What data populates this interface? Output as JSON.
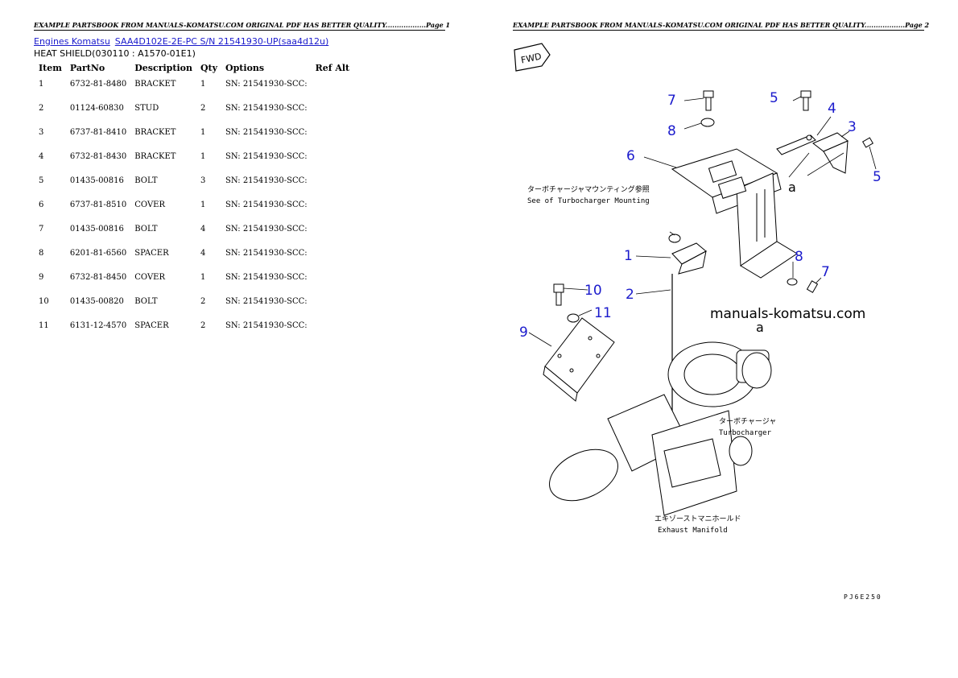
{
  "banner": {
    "left": "EXAMPLE PARTSBOOK FROM MANUALS-KOMATSU.COM ORIGINAL PDF HAS BETTER QUALITY..................Page 1",
    "right": "EXAMPLE PARTSBOOK FROM MANUALS-KOMATSU.COM ORIGINAL PDF HAS BETTER QUALITY..................Page 2"
  },
  "breadcrumb": {
    "link1": "Engines Komatsu",
    "link2": "SAA4D102E-2E-PC S/N 21541930-UP(saa4d12u)"
  },
  "section_title": "HEAT SHIELD(030110 : A1570-01E1)",
  "table": {
    "headers": [
      "Item",
      "PartNo",
      "Description",
      "Qty",
      "Options",
      "Ref Alt"
    ],
    "rows": [
      [
        "1",
        "6732-81-8480",
        "BRACKET",
        "1",
        "SN: 21541930-SCC:",
        ""
      ],
      [
        "2",
        "01124-60830",
        "STUD",
        "2",
        "SN: 21541930-SCC:",
        ""
      ],
      [
        "3",
        "6737-81-8410",
        "BRACKET",
        "1",
        "SN: 21541930-SCC:",
        ""
      ],
      [
        "4",
        "6732-81-8430",
        "BRACKET",
        "1",
        "SN: 21541930-SCC:",
        ""
      ],
      [
        "5",
        "01435-00816",
        "BOLT",
        "3",
        "SN: 21541930-SCC:",
        ""
      ],
      [
        "6",
        "6737-81-8510",
        "COVER",
        "1",
        "SN: 21541930-SCC:",
        ""
      ],
      [
        "7",
        "01435-00816",
        "BOLT",
        "4",
        "SN: 21541930-SCC:",
        ""
      ],
      [
        "8",
        "6201-81-6560",
        "SPACER",
        "4",
        "SN: 21541930-SCC:",
        ""
      ],
      [
        "9",
        "6732-81-8450",
        "COVER",
        "1",
        "SN: 21541930-SCC:",
        ""
      ],
      [
        "10",
        "01435-00820",
        "BOLT",
        "2",
        "SN: 21541930-SCC:",
        ""
      ],
      [
        "11",
        "6131-12-4570",
        "SPACER",
        "2",
        "SN: 21541930-SCC:",
        ""
      ]
    ]
  },
  "diagram": {
    "fwd": "FWD",
    "note_jp": "ターボチャージャマウンティング参照",
    "note_en": "See of Turbocharger Mounting",
    "turbo_jp": "ターボチャージャ",
    "turbo_en": "Turbocharger",
    "exhaust_jp": "エキゾーストマニホールド",
    "exhaust_en": "Exhaust Manifold",
    "watermark": "manuals-komatsu.com",
    "ref_a": "a",
    "callouts": [
      "1",
      "2",
      "3",
      "4",
      "5",
      "5",
      "6",
      "7",
      "7",
      "8",
      "8",
      "9",
      "10",
      "11"
    ],
    "drawing_code": "PJ6E250",
    "callout_color": "#1a1acc"
  }
}
